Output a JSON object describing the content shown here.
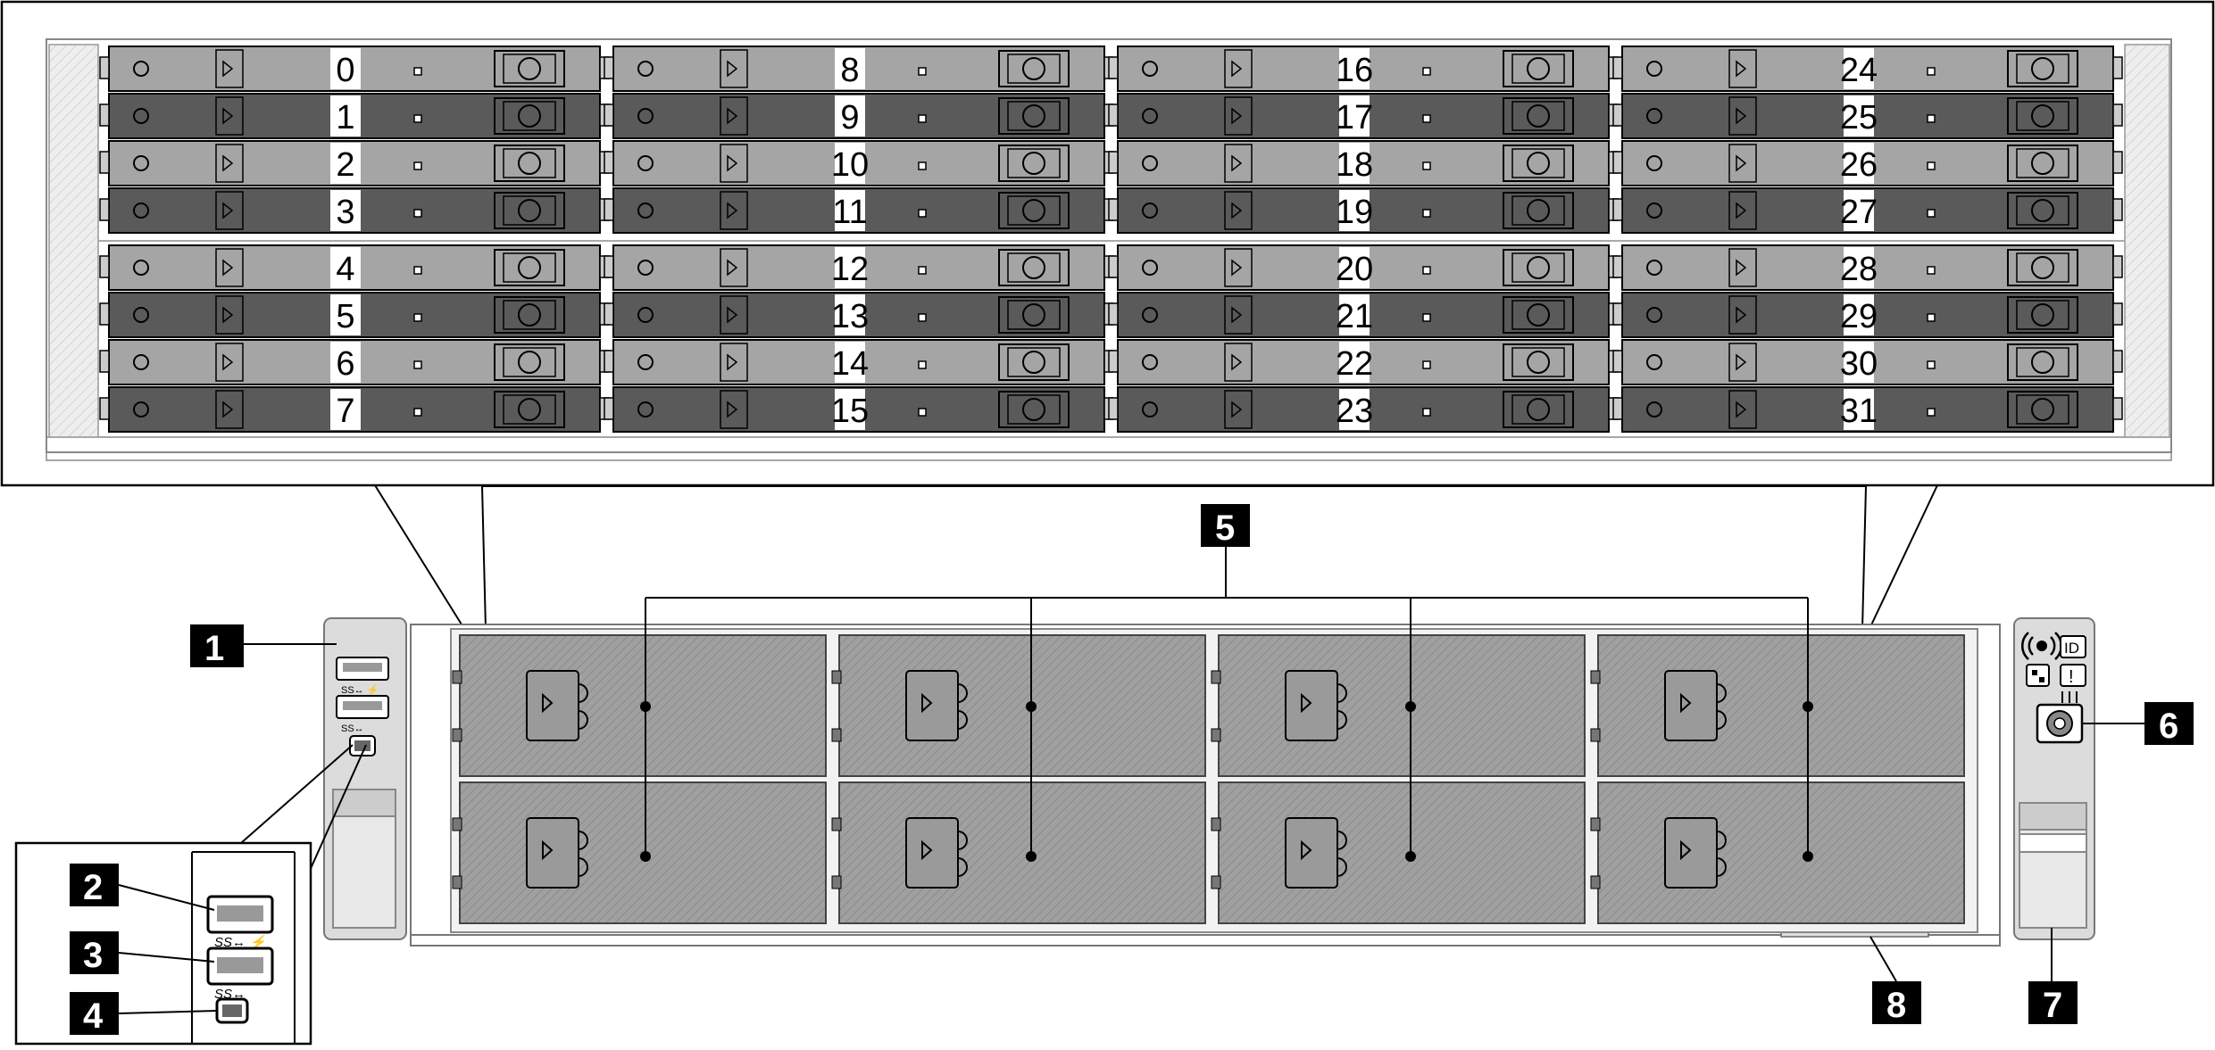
{
  "drive_bays": [
    "0",
    "1",
    "2",
    "3",
    "4",
    "5",
    "6",
    "7",
    "8",
    "9",
    "10",
    "11",
    "12",
    "13",
    "14",
    "15",
    "16",
    "17",
    "18",
    "19",
    "20",
    "21",
    "22",
    "23",
    "24",
    "25",
    "26",
    "27",
    "28",
    "29",
    "30",
    "31"
  ],
  "callouts": [
    "1",
    "2",
    "3",
    "4",
    "5",
    "6",
    "7",
    "8"
  ],
  "panel_icons": [
    "(((•)))",
    "ID",
    "!"
  ],
  "colors": {
    "tray_light": "#a5a5a5",
    "tray_dark": "#5a5a5a",
    "panel_fill": "#a0a0a0",
    "ear_fill": "#dcdcdc",
    "callout_box": "#000000"
  }
}
